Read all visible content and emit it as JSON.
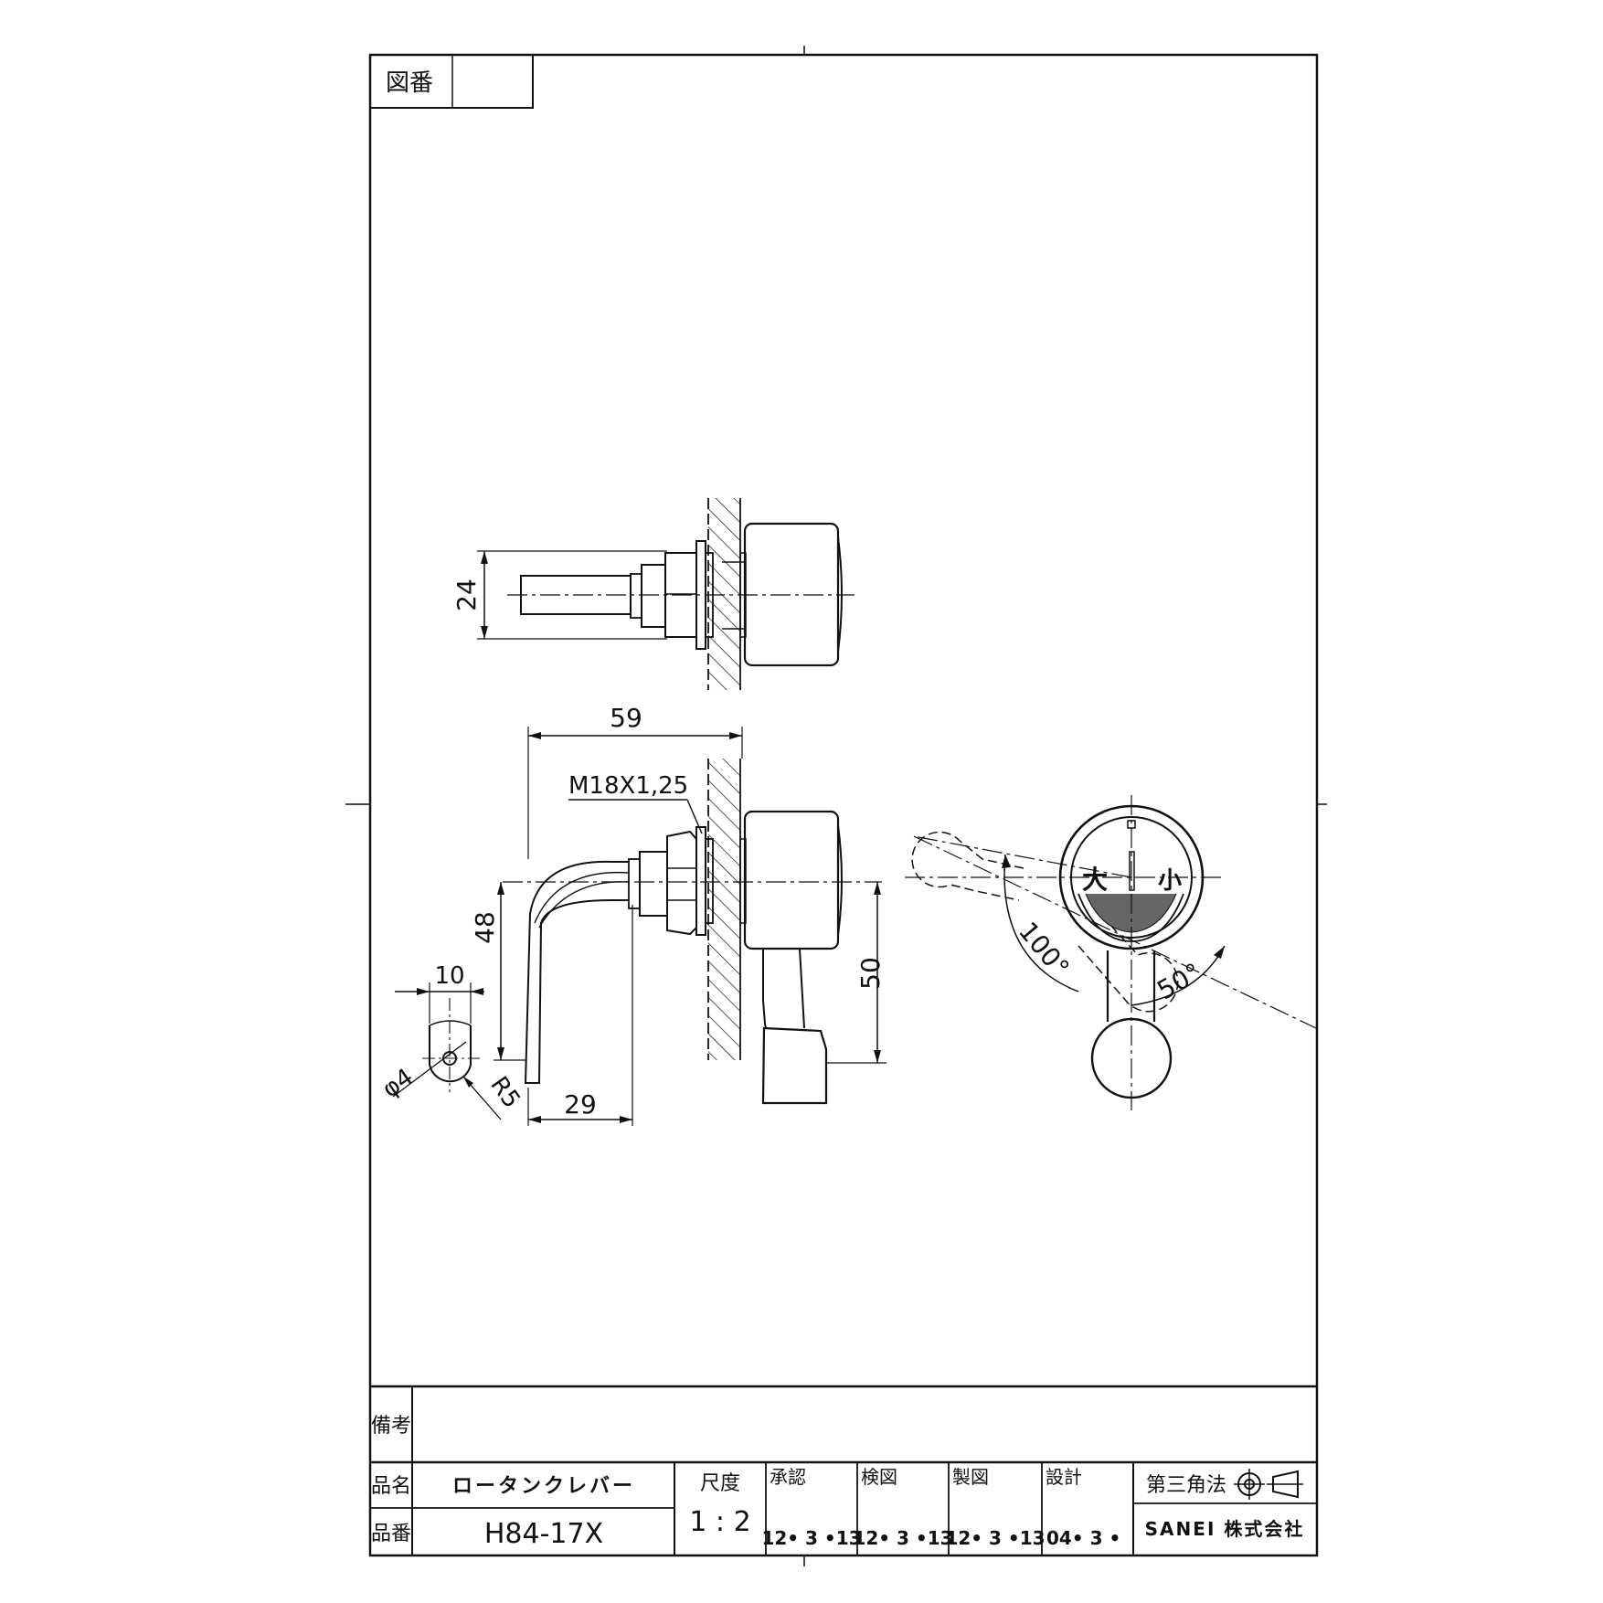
{
  "title_block": {
    "drawing_no_label": "図番",
    "drawing_no_value": "",
    "remarks_label": "備考",
    "remarks_value": "",
    "product_name_label": "品名",
    "product_name": "ロータンクレバー",
    "product_no_label": "品番",
    "product_no": "H84-17X",
    "scale_label": "尺度",
    "scale": "1 : 2",
    "approval_label": "承認",
    "approval_date": "12• 3 •13",
    "check_label": "検図",
    "check_date": "12• 3 •13",
    "draft_label": "製図",
    "draft_date": "12• 3 •13",
    "design_label": "設計",
    "design_date": "04• 3 •",
    "projection_label": "第三角法",
    "company": "SANEI 株式会社"
  },
  "dimensions": {
    "d24": "24",
    "d59": "59",
    "thread": "M18X1,25",
    "d48": "48",
    "d50": "50",
    "d10": "10",
    "d29": "29",
    "phi4": "φ4",
    "r5": "R5",
    "angle100": "100°",
    "angle50": "50°"
  },
  "knob_marks": {
    "large": "大",
    "small": "小"
  },
  "colors": {
    "line": "#111111",
    "background": "#ffffff"
  }
}
